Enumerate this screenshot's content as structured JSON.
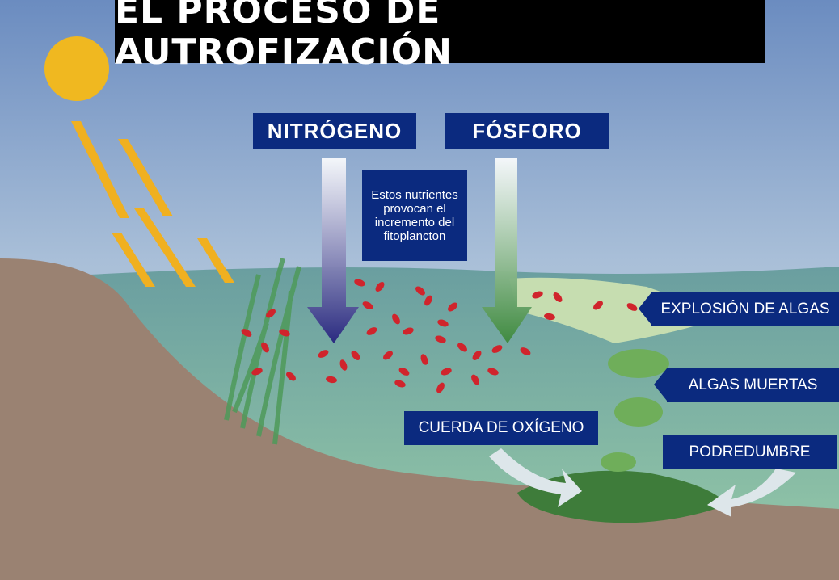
{
  "title": "EL PROCESO DE AUTROFIZACIÓN",
  "nutrients": {
    "nitrogen": "NITRÓGENO",
    "phosphorus": "FÓSFORO"
  },
  "note": "Estos nutrientes provocan el incremento del fitoplancton",
  "labels": {
    "algae_bloom": "EXPLOSIÓN DE ALGAS",
    "dead_algae": "ALGAS MUERTAS",
    "oxygen_rope": "CUERDA DE OXÍGENO",
    "decay": "PODREDUMBRE"
  },
  "colors": {
    "label_bg": "#0b2a7f",
    "sun": "#f0b820",
    "water": "#6fa3a0",
    "land": "#9a8272",
    "phytoplankton": "#d0242c"
  }
}
